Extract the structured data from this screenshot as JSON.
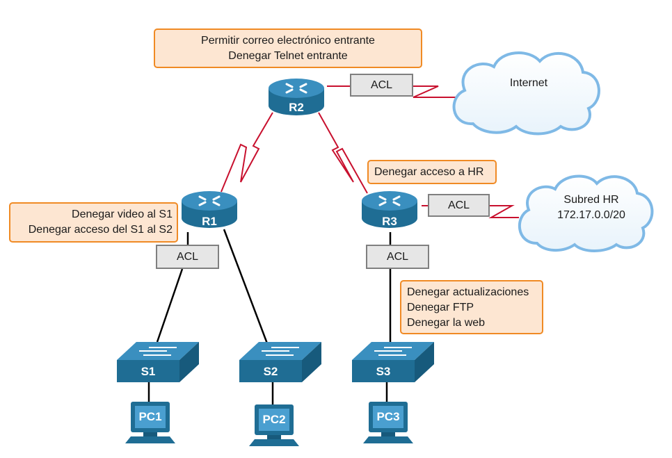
{
  "policies": {
    "r2": [
      "Permitir correo electrónico entrante",
      "Denegar Telnet entrante"
    ],
    "r3": [
      "Denegar acceso a HR"
    ],
    "r1": [
      "Denegar video al S1",
      "Denegar acceso del S1 al S2"
    ],
    "s3": [
      "Denegar actualizaciones",
      "Denegar FTP",
      "Denegar la web"
    ]
  },
  "acl_label": "ACL",
  "clouds": {
    "internet": {
      "label": "Internet"
    },
    "hr": {
      "label": "Subred HR",
      "subnet": "172.17.0.0/20"
    }
  },
  "routers": [
    "R2",
    "R1",
    "R3"
  ],
  "switches": [
    "S1",
    "S2",
    "S3"
  ],
  "pcs": [
    "PC1",
    "PC2",
    "PC3"
  ],
  "colors": {
    "note_fill": "#fde6d2",
    "note_border": "#f08a24",
    "serial_link": "#c8102e",
    "ethernet_link": "#000000",
    "device_blue": "#1f6d94",
    "acl_fill": "#e6e6e6",
    "acl_border": "#7f7f7f"
  }
}
